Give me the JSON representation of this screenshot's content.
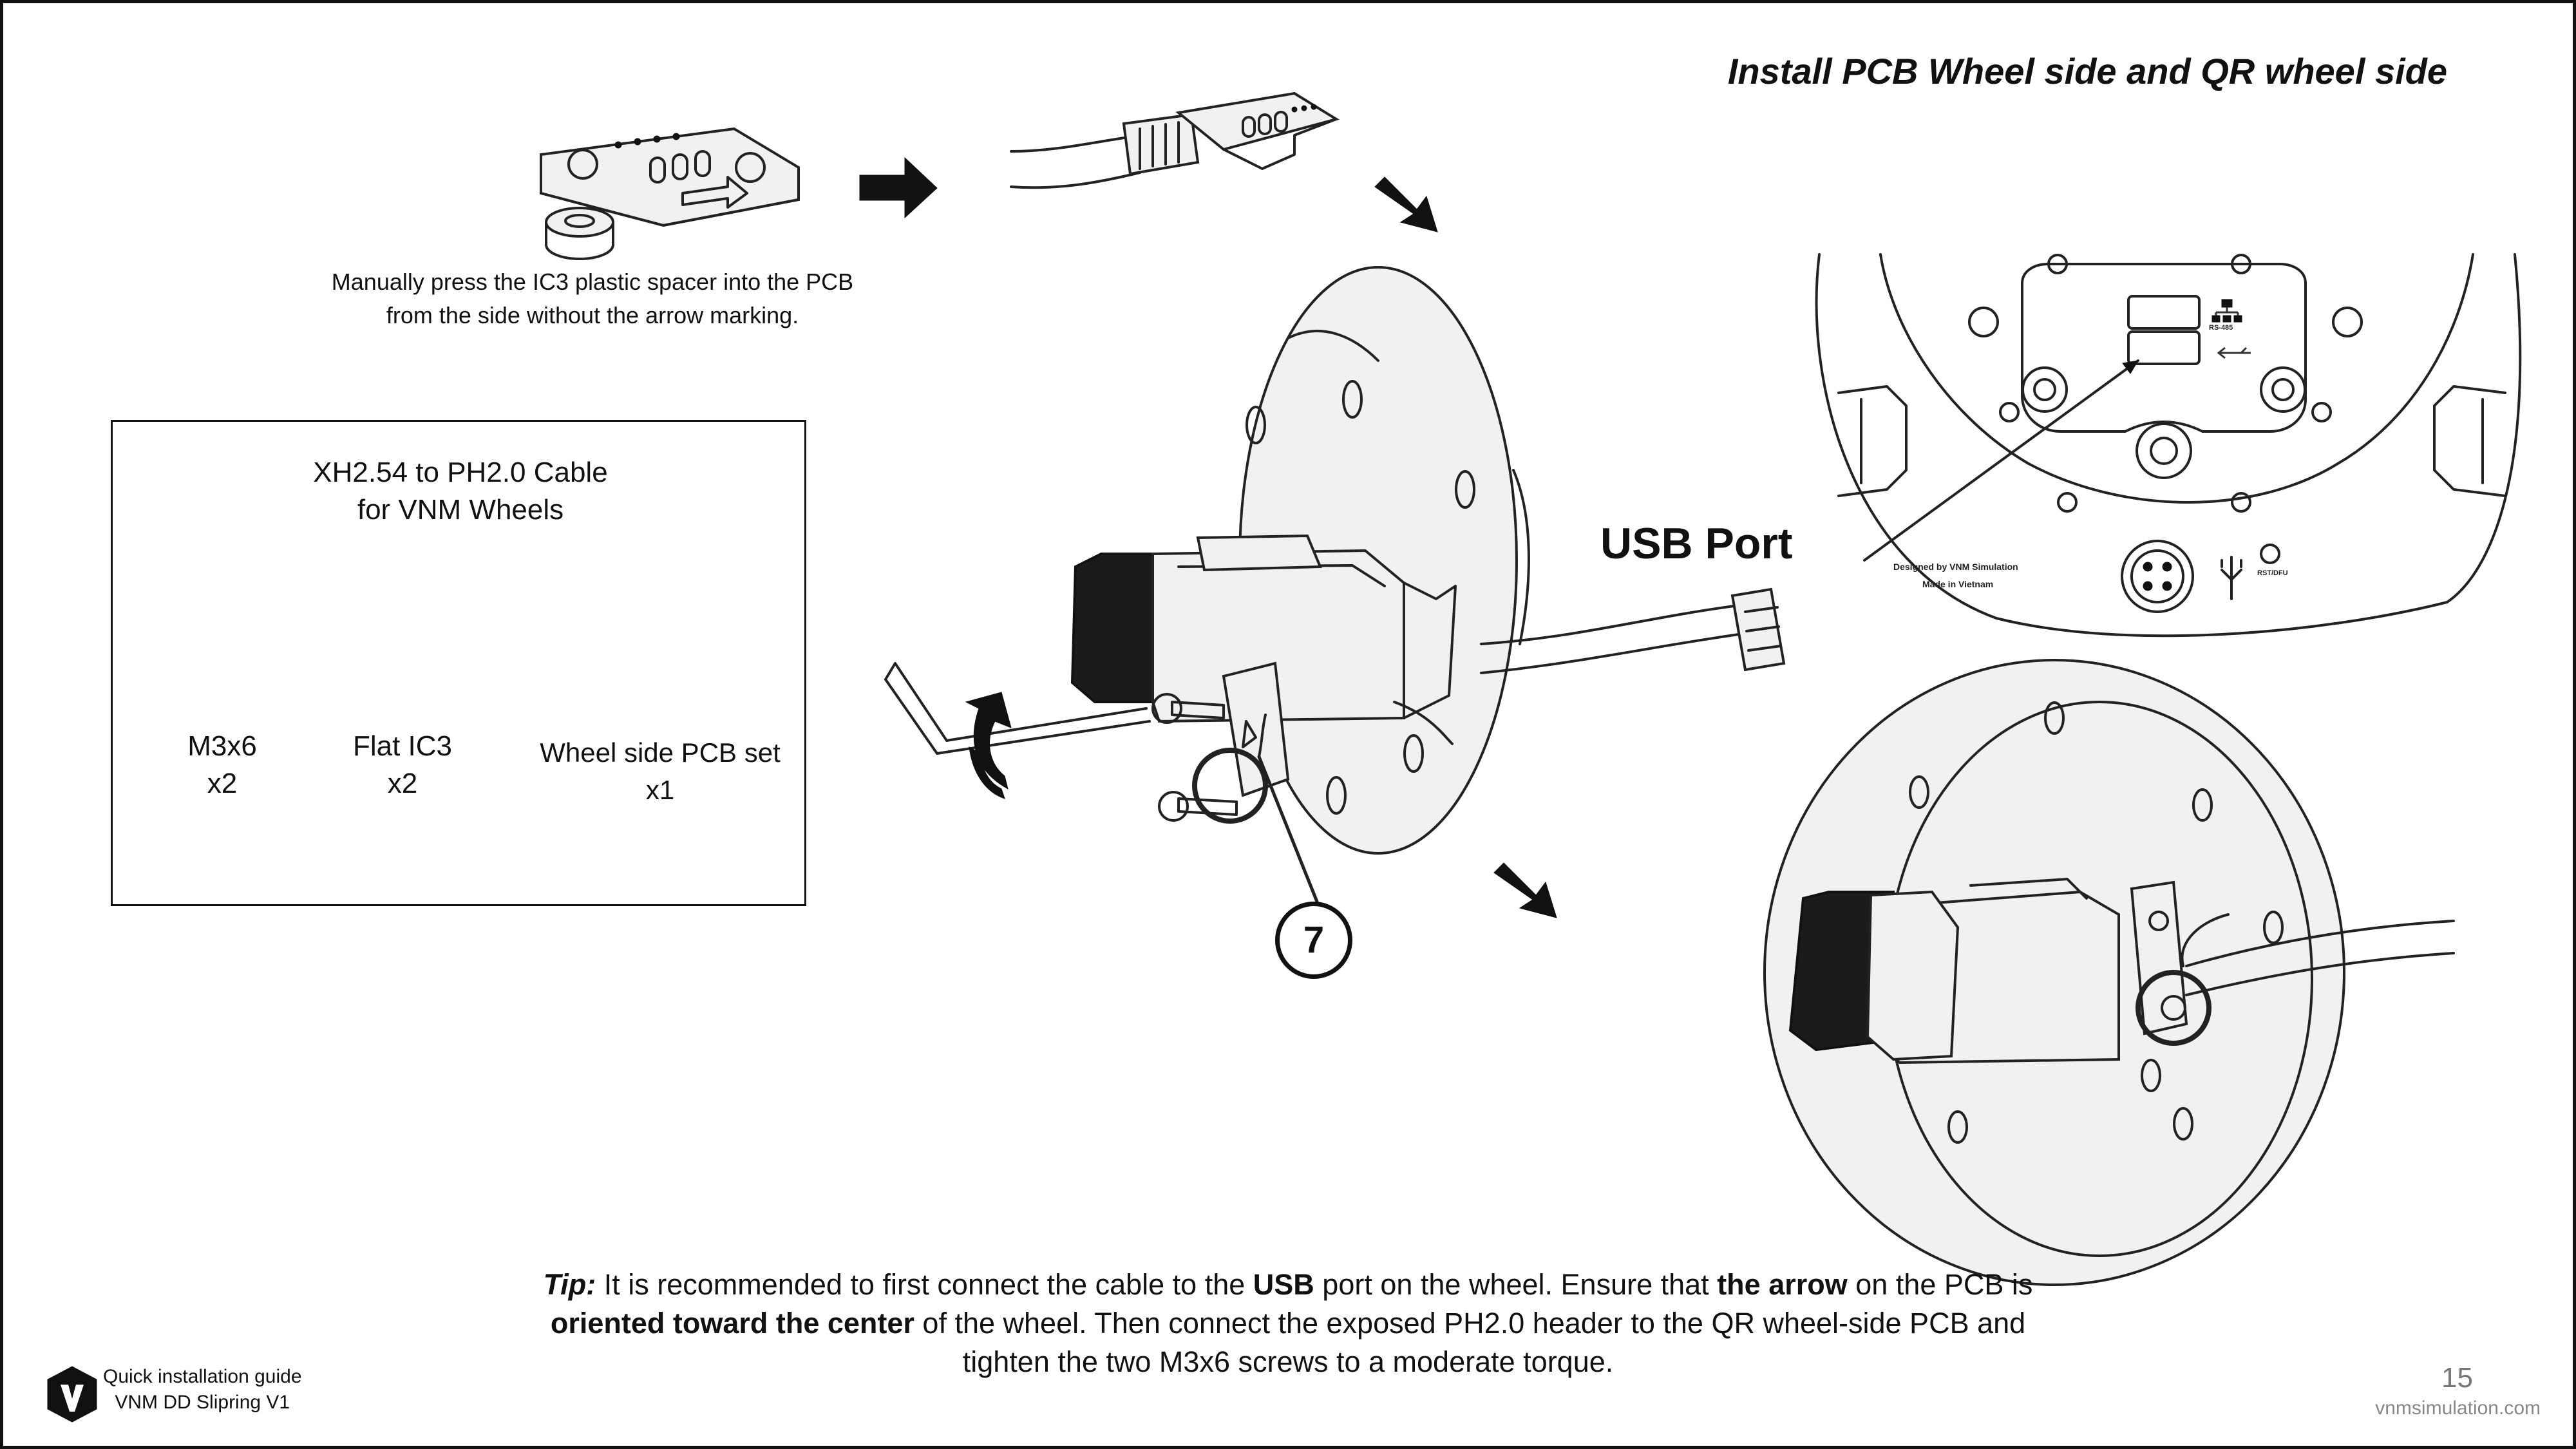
{
  "page": {
    "title": "Install PCB Wheel side and QR wheel side",
    "page_number": "15",
    "site": "vnmsimulation.com"
  },
  "steps": {
    "spacer_caption_line1": "Manually press the IC3 plastic spacer into the PCB",
    "spacer_caption_line2": "from the side without the arrow marking."
  },
  "parts": {
    "cable_line1": "XH2.54 to PH2.0 Cable",
    "cable_line2": "for VNM Wheels",
    "screw_name": "M3x6",
    "screw_qty": "x2",
    "ic3_name": "Flat IC3",
    "ic3_qty": "x2",
    "pcbset_name": "Wheel side PCB set",
    "pcbset_qty": "x1"
  },
  "labels": {
    "usb_port": "USB Port",
    "callout": "7",
    "wheel_text_designed": "Designed by VNM Simulation",
    "wheel_text_made": "Made in Vietnam",
    "wheel_text_rs485": "RS-485",
    "wheel_text_reset": "RST/DFU"
  },
  "tip": {
    "lead": "Tip:",
    "t1": " It is recommended to first connect the cable to the ",
    "b1": "USB",
    "t2": " port on the wheel. Ensure that ",
    "b2": "the arrow",
    "t3": " on the PCB is",
    "b3": "oriented toward the center",
    "t4": " of the wheel. Then connect the exposed PH2.0 header to the QR wheel-side PCB and",
    "t5": "tighten the two M3x6 screws to a moderate torque."
  },
  "footer": {
    "guide_line1": "Quick installation guide",
    "guide_line2": "VNM DD Slipring V1",
    "logo_letter": "V"
  },
  "icons": [
    "arrow-right-icon",
    "arrow-down-right-icon",
    "rotate-arrow-icon",
    "network-icon",
    "usb-icon",
    "reset-icon"
  ]
}
